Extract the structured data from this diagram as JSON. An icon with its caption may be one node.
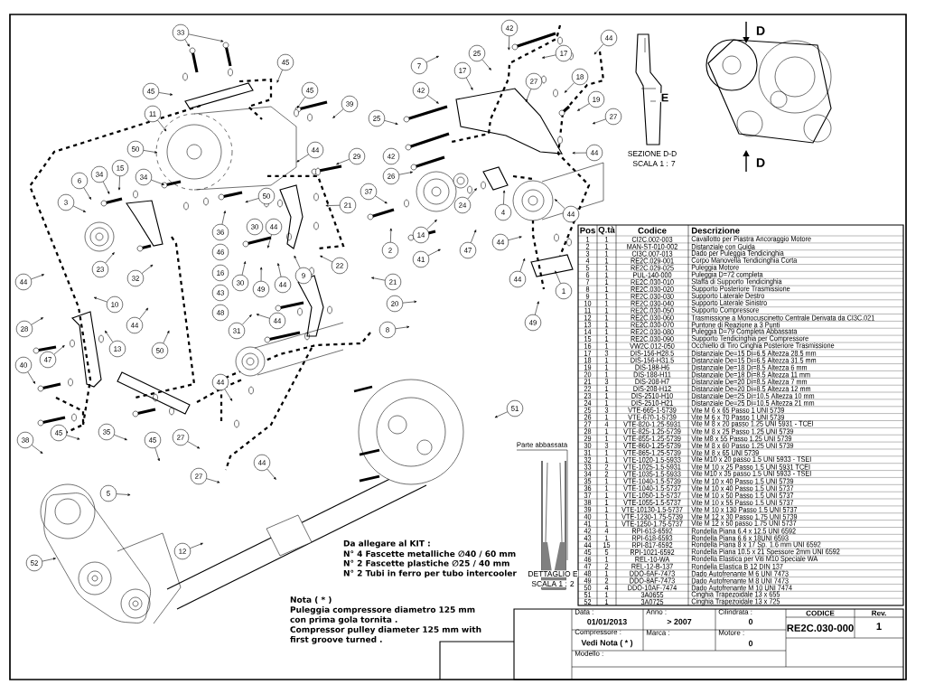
{
  "diagram": {
    "nodes": [
      {
        "text": [
          "33"
        ]
      },
      {
        "text": [
          "42"
        ]
      },
      {
        "text": [
          "44"
        ]
      },
      {
        "text": [
          "45"
        ]
      },
      {
        "text": [
          "25"
        ]
      },
      {
        "text": [
          "17"
        ]
      },
      {
        "text": [
          "7"
        ]
      },
      {
        "text": [
          "17"
        ]
      },
      {
        "text": [
          "18"
        ]
      },
      {
        "text": [
          "27"
        ]
      },
      {
        "text": [
          "45"
        ]
      },
      {
        "text": [
          "45"
        ]
      },
      {
        "text": [
          "42"
        ]
      },
      {
        "text": [
          "11"
        ]
      },
      {
        "text": [
          "19"
        ]
      },
      {
        "text": [
          "39"
        ]
      },
      {
        "text": [
          "27"
        ]
      },
      {
        "text": [
          "25"
        ]
      },
      {
        "text": [
          "50"
        ]
      },
      {
        "text": [
          "44"
        ]
      },
      {
        "text": [
          "29"
        ]
      },
      {
        "text": [
          "44"
        ]
      },
      {
        "text": [
          "6"
        ]
      },
      {
        "text": [
          "34"
        ]
      },
      {
        "text": [
          "15"
        ]
      },
      {
        "text": [
          "34"
        ]
      },
      {
        "text": [
          "26"
        ]
      },
      {
        "text": [
          "3"
        ]
      },
      {
        "text": [
          "50"
        ]
      },
      {
        "text": [
          "37"
        ]
      },
      {
        "text": [
          "21"
        ]
      },
      {
        "text": [
          "24"
        ]
      },
      {
        "text": [
          "4"
        ]
      },
      {
        "text": [
          "44"
        ]
      },
      {
        "text": [
          "44"
        ]
      },
      {
        "text": [
          "36"
        ]
      },
      {
        "text": [
          "14"
        ]
      },
      {
        "text": [
          "44"
        ]
      },
      {
        "text": [
          "2"
        ]
      },
      {
        "text": [
          "47"
        ]
      },
      {
        "text": [
          "41"
        ]
      },
      {
        "text": [
          "22"
        ]
      },
      {
        "text": [
          "23"
        ]
      },
      {
        "text": [
          "9"
        ]
      },
      {
        "text": [
          "32"
        ]
      },
      {
        "text": [
          "44"
        ]
      },
      {
        "text": [
          "44"
        ]
      },
      {
        "text": [
          "44"
        ]
      },
      {
        "text": [
          "1"
        ]
      },
      {
        "text": [
          "49"
        ]
      },
      {
        "text": [
          "30"
        ]
      },
      {
        "text": [
          "21"
        ]
      },
      {
        "text": [
          "20"
        ]
      },
      {
        "text": [
          "10"
        ]
      },
      {
        "text": [
          "44"
        ]
      },
      {
        "text": [
          "49"
        ]
      },
      {
        "text": [
          "28"
        ]
      },
      {
        "text": [
          "44"
        ]
      },
      {
        "text": [
          "8"
        ]
      },
      {
        "text": [
          "31"
        ]
      },
      {
        "text": [
          "13"
        ]
      },
      {
        "text": [
          "50"
        ]
      },
      {
        "text": [
          "47"
        ]
      },
      {
        "text": [
          "40"
        ]
      },
      {
        "text": [
          "44"
        ]
      },
      {
        "text": [
          "51"
        ]
      },
      {
        "text": [
          "45"
        ]
      },
      {
        "text": [
          "35"
        ]
      },
      {
        "text": [
          "27"
        ]
      },
      {
        "text": [
          "38"
        ]
      },
      {
        "text": [
          "45"
        ]
      },
      {
        "text": [
          "44"
        ]
      },
      {
        "text": [
          "27"
        ]
      },
      {
        "text": [
          "5"
        ]
      },
      {
        "text": [
          "12"
        ]
      },
      {
        "text": [
          "52"
        ]
      },
      {
        "text": [
          "42"
        ]
      },
      {
        "text": [
          "30"
        ]
      },
      {
        "text": [
          "46"
        ]
      },
      {
        "text": [
          "16"
        ]
      },
      {
        "text": [
          "43"
        ]
      },
      {
        "text": [
          "48"
        ]
      }
    ],
    "edges": [
      {
        "from": 0,
        "to": null,
        "arrow": "to"
      },
      {
        "from": 0,
        "to": null,
        "arrow": "to"
      },
      {
        "from": 1,
        "to": null,
        "arrow": "to"
      },
      {
        "from": 2,
        "to": null,
        "arrow": "to"
      },
      {
        "from": 3,
        "to": null,
        "arrow": "to"
      },
      {
        "from": 4,
        "to": null,
        "arrow": "to"
      },
      {
        "from": 5,
        "to": null,
        "arrow": "to"
      },
      {
        "from": 6,
        "to": null,
        "arrow": "to"
      },
      {
        "from": 7,
        "to": null,
        "arrow": "to"
      },
      {
        "from": 8,
        "to": null,
        "arrow": "to"
      },
      {
        "from": 9,
        "to": null,
        "arrow": "to"
      },
      {
        "from": 10,
        "to": null,
        "arrow": "to"
      },
      {
        "from": 11,
        "to": null,
        "arrow": "to"
      },
      {
        "from": 12,
        "to": null,
        "arrow": "to"
      },
      {
        "from": 13,
        "to": null,
        "arrow": "to"
      },
      {
        "from": 14,
        "to": null,
        "arrow": "to"
      },
      {
        "from": 15,
        "to": null,
        "arrow": "to"
      },
      {
        "from": 16,
        "to": null,
        "arrow": "to"
      },
      {
        "from": 17,
        "to": null,
        "arrow": "to"
      },
      {
        "from": 18,
        "to": null,
        "arrow": "to"
      },
      {
        "from": 19,
        "to": null,
        "arrow": "to"
      },
      {
        "from": 20,
        "to": null,
        "arrow": "to"
      },
      {
        "from": 21,
        "to": null,
        "arrow": "to"
      },
      {
        "from": 22,
        "to": null,
        "arrow": "to"
      },
      {
        "from": 23,
        "to": null,
        "arrow": "to"
      },
      {
        "from": 24,
        "to": null,
        "arrow": "to"
      },
      {
        "from": 25,
        "to": null,
        "arrow": "to"
      },
      {
        "from": 26,
        "to": null,
        "arrow": "to"
      },
      {
        "from": 27,
        "to": null,
        "arrow": "to"
      },
      {
        "from": 28,
        "to": null,
        "arrow": "to"
      },
      {
        "from": 29,
        "to": null,
        "arrow": "to"
      },
      {
        "from": 30,
        "to": null,
        "arrow": "to"
      },
      {
        "from": 31,
        "to": null,
        "arrow": "to"
      },
      {
        "from": 32,
        "to": null,
        "arrow": "to"
      },
      {
        "from": 33,
        "to": null,
        "arrow": "to"
      },
      {
        "from": 34,
        "to": null,
        "arrow": "to"
      },
      {
        "from": 35,
        "to": null,
        "arrow": "to"
      },
      {
        "from": 36,
        "to": null,
        "arrow": "to"
      },
      {
        "from": 37,
        "to": null,
        "arrow": "to"
      },
      {
        "from": 38,
        "to": null,
        "arrow": "to"
      },
      {
        "from": 39,
        "to": null,
        "arrow": "to"
      },
      {
        "from": 40,
        "to": null,
        "arrow": "to"
      },
      {
        "from": 41,
        "to": null,
        "arrow": "to"
      },
      {
        "from": 42,
        "to": null,
        "arrow": "to"
      },
      {
        "from": 43,
        "to": null,
        "arrow": "to"
      },
      {
        "from": 44,
        "to": null,
        "arrow": "to"
      },
      {
        "from": 45,
        "to": null,
        "arrow": "to"
      },
      {
        "from": 46,
        "to": null,
        "arrow": "to"
      },
      {
        "from": 47,
        "to": null,
        "arrow": "to"
      },
      {
        "from": 48,
        "to": null,
        "arrow": "to"
      },
      {
        "from": 49,
        "to": null,
        "arrow": "to"
      },
      {
        "from": 50,
        "to": null,
        "arrow": "to"
      },
      {
        "from": 51,
        "to": null,
        "arrow": "to"
      },
      {
        "from": 52,
        "to": null,
        "arrow": "to"
      },
      {
        "from": 53,
        "to": null,
        "arrow": "to"
      },
      {
        "from": 54,
        "to": null,
        "arrow": "to"
      },
      {
        "from": 55,
        "to": null,
        "arrow": "to"
      },
      {
        "from": 56,
        "to": null,
        "arrow": "to"
      },
      {
        "from": 57,
        "to": null,
        "arrow": "to"
      },
      {
        "from": 58,
        "to": null,
        "arrow": "to"
      },
      {
        "from": 59,
        "to": null,
        "arrow": "to"
      },
      {
        "from": 60,
        "to": null,
        "arrow": "to"
      },
      {
        "from": 61,
        "to": null,
        "arrow": "to"
      },
      {
        "from": 62,
        "to": null,
        "arrow": "to"
      },
      {
        "from": 63,
        "to": null,
        "arrow": "to"
      },
      {
        "from": 64,
        "to": null,
        "arrow": "to"
      },
      {
        "from": 65,
        "to": null,
        "arrow": "to"
      },
      {
        "from": 66,
        "to": null,
        "arrow": "to"
      },
      {
        "from": 67,
        "to": null,
        "arrow": "to"
      },
      {
        "from": 68,
        "to": null,
        "arrow": "to"
      },
      {
        "from": 69,
        "to": null,
        "arrow": "to"
      },
      {
        "from": 70,
        "to": null,
        "arrow": "to"
      },
      {
        "from": 71,
        "to": null,
        "arrow": "to"
      },
      {
        "from": 72,
        "to": null,
        "arrow": "to"
      },
      {
        "from": 73,
        "to": null,
        "arrow": "to"
      },
      {
        "from": 74,
        "to": null,
        "arrow": "to"
      },
      {
        "from": 75,
        "to": null,
        "arrow": "to"
      }
    ],
    "labels": [
      "SEZIONE D-D",
      "SCALA 1 : 7",
      "E",
      "D",
      "D",
      "Parte abbassata",
      "DETTAGLIO E",
      "SCALA 1 : 2",
      "Da allegare al KIT :",
      "N° 4 Fascette metalliche ∅40 / 60 mm",
      "N° 2 Fascette plastiche ∅25 / 40 mm",
      "N° 2 Tubi in ferro per tubo intercooler",
      "Nota ( * )",
      "Puleggia compressore diametro 125 mm con prima gola tornita .",
      "Compressor pulley diameter 125 mm with first groove turned .",
      "Pos",
      "Q.tà",
      "Codice",
      "Descrizione",
      "1",
      "1",
      "CI2C.002-003",
      "Cavallotto per Piastra Ancoraggio Motore",
      "2",
      "1",
      "MAN-ST-010-002",
      "Distanziale con Guida",
      "3",
      "1",
      "CI3C.007-013",
      "Dado per Puleggia Tendicinghia",
      "4",
      "1",
      "RE2C.029-001",
      "Corpo Manovella Tendicinghia Corta",
      "5",
      "1",
      "RE2C.029-025",
      "Puleggia Motore",
      "6",
      "1",
      "PUL-140-000",
      "Puleggia D=72 completa",
      "7",
      "1",
      "RE2C.030-010",
      "Staffa di Supporto Tendicinghia",
      "8",
      "1",
      "RE2C.030-020",
      "Supporto Posteriore Trasmissione",
      "9",
      "1",
      "RE2C.030-030",
      "Supporto Laterale Destro",
      "10",
      "1",
      "RE2C.030-040",
      "Supporto Laterale Sinistro",
      "11",
      "1",
      "RE2C.030-050",
      "Supporto Compressore",
      "12",
      "1",
      "RE2C.030-060",
      "Trasmissione a Monocuscinetto Centrale Derivata da CI3C.021",
      "13",
      "1",
      "RE2C.030-070",
      "Puntone di Reazione a 3 Punti",
      "14",
      "1",
      "RE2C.030-080",
      "Puleggia D=79 Completa Abbassata",
      "15",
      "1",
      "RE2C.030-090",
      "Supporto Tendicinghia per Compressore",
      "16",
      "1",
      "VW2C.012-050",
      "Occhiello di Tiro Cinghia Posteriore Trasmissione",
      "17",
      "3",
      "DIS-156-H28.5",
      "Distanziale De=15 Di=6.5 Altezza 28.5 mm",
      "18",
      "1",
      "DIS-156-H31.5",
      "Distanziale De=15 Di=6.5 Altezza 31.5 mm",
      "19",
      "1",
      "DIS-188-H6",
      "Distanziale De=18 Di=8.5 Altezza 6 mm",
      "20",
      "1",
      "DIS-188-H11",
      "Distanziale De=18 Di=8.5 Altezza 11 mm",
      "21",
      "3",
      "DIS-208-H7",
      "Distanziale De=20 Di=8.5 Altezza 7 mm",
      "22",
      "1",
      "DIS-208-H12",
      "Distanziale De=20 Di=8.5 Altezza 12 mm",
      "23",
      "1",
      "DIS-2510-H10",
      "Distanziale De=25 Di=10.5 Altezza 10 mm",
      "24",
      "1",
      "DIS-2510-H21",
      "Distanziale De=25 Di=10.5 Altezza 21 mm",
      "25",
      "3",
      "VTE-665-1-5739",
      "Vite M 6 x 65 Passo 1 UNI 5739",
      "26",
      "1",
      "VTE-670-1-5739",
      "Vite M 6 x 70 Passo 1 UNI 5739",
      "27",
      "4",
      "VTE-820-1.25-5931",
      "Vite M 8 x 20 passo 1.25 UNI 5931 - TCEI",
      "28",
      "1",
      "VTE-825-1.25-5739",
      "Vite M 8 x 25 Passo 1.25 UNI 5739",
      "29",
      "1",
      "VTE-855-1.25-5739",
      "Vite M8 x 55 Passo 1.25 UNI 5739",
      "30",
      "3",
      "VTE-860-1.25-5739",
      "Vite M 8 x 60 Passo 1.25 UNI 5739",
      "31",
      "1",
      "VTE-865-1.25-5739",
      "Vite M 8 x 65 UNI 5739",
      "32",
      "1",
      "VTE-1020-1.5-5933",
      "Vite M10 x 20 passo 1.5 UNI 5933 - TSEI",
      "33",
      "2",
      "VTE-1025-1.5-5931",
      "Vite M 10 x 25 Passo 1.5 UNI 5931 TCEI",
      "34",
      "2",
      "VTE-1035-1.5-5933",
      "Vite M10 x 35 passo 1.5 UNI 5933 - TSEI",
      "35",
      "1",
      "VTE-1040-1.5-5739",
      "Vite M 10 x 40 Passo 1.5 UNI 5739",
      "36",
      "1",
      "VTE-1040-1.5-5737",
      "Vite M 10 x 40 Passo 1.5 UNI 5737",
      "37",
      "1",
      "VTE-1050-1.5-5737",
      "Vite M 10 x 50 Passo 1.5 UNI 5737",
      "38",
      "1",
      "VTE-1055-1.5-5737",
      "Vite M 10 x 55 Passo 1.5 UNI 5737",
      "39",
      "1",
      "VTE-10130-1.5-5737",
      "Vite M 10 x 130 Passo 1.5 UNI 5737",
      "40",
      "1",
      "VTE-1230-1.75-5739",
      "Vite M 12 x 30 Passo 1.75 UNI 5739",
      "41",
      "1",
      "VTE-1250-1.75-5737",
      "Vite M 12 x 50 passo 1.75 UNI 5737",
      "42",
      "4",
      "RPI-613-6592",
      "Rondella Piana 6.4 x 12.5 UNI 6592",
      "43",
      "1",
      "RPI-618-6593",
      "Rondella Piana 6.6 x 18UNI 6593",
      "44",
      "15",
      "RPI-817-6592",
      "Rondella Piana 8 x 17 Sp. 1.6 mm UNI 6592",
      "45",
      "5",
      "RPI-1021-6592",
      "Rondella Piana 10.5 x 21 Spessore 2mm UNI 6592",
      "46",
      "1",
      "REL-10-WA",
      "Rondella Elastica per Viti M10 Speciale WA",
      "47",
      "2",
      "REL-12-B-137",
      "Rondella Elastica B 12 DIN 137",
      "48",
      "1",
      "DDO-6AF-7473",
      "Dado Autofrenante M 6 UNI 7473",
      "49",
      "2",
      "DDO-8AF-7473",
      "Dado Autofrenante M 8 UNI 7473",
      "50",
      "4",
      "DDO-10AF-7474",
      "Dado Autofrenante M 10 UNI 7474",
      "51",
      "1",
      "3A0655",
      "Cinghia Trapezoidale 13 x 655",
      "52",
      "1",
      "3A0725",
      "Cinghia Trapezoidale 13 x 725",
      "Data :",
      "Anno :",
      "Cilindrata :",
      "CODICE",
      "Rev.",
      "01/01/2013",
      "> 2007",
      "0",
      "RE2C.030-000",
      "1",
      "Compressore :",
      "Marca :",
      "Motore :",
      "Vedi Nota ( * )",
      "0",
      "Modello :"
    ]
  }
}
